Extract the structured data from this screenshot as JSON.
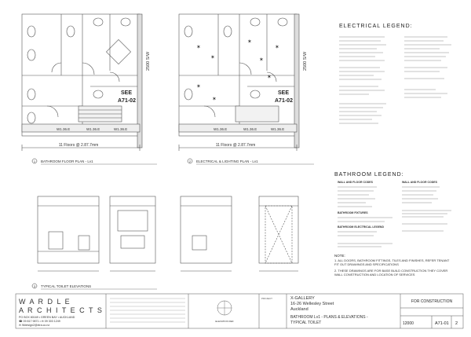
{
  "plans": {
    "floor_plan": {
      "title": "BATHROOM FLOOR PLAN - Lv1",
      "number": "1",
      "see_ref": [
        "SEE",
        "A71-02"
      ],
      "floor_label": "11 Floors @ 2.87.7mm",
      "dim_right": "2500 S/W",
      "wall_labels": [
        "W1.36.E",
        "W1.36.E",
        "W1.36.E"
      ]
    },
    "electrical_plan": {
      "title": "ELECTRICAL & LIGHTING PLAN - Lv1",
      "number": "2",
      "see_ref": [
        "SEE",
        "A71-02"
      ],
      "floor_label": "11 Floors @ 2.87.7mm",
      "dim_right": "2500 S/W",
      "wall_labels": [
        "W1.36.E",
        "W1.36.E",
        "W1.36.E"
      ]
    },
    "elevations": {
      "title": "TYPICAL TOILET ELEVATIONS",
      "number": "3"
    }
  },
  "legends": {
    "electrical_title": "ELECTRICAL LEGEND:",
    "bathroom_title": "BATHROOM LEGEND:",
    "bathroom_subheads": [
      "WALL AND FLOOR CODES",
      "BATHROOM FIXTURES",
      "BATHROOM ELECTRICAL LEGEND",
      "WALL AND FLOOR CODES"
    ]
  },
  "notes": {
    "heading": "NOTE:",
    "items": [
      "1. ALL DOORS, BATHROOM FITTINGS, TILES AND FINISHES, REFER TENANT FIT OUT DRAWINGS AND SPECIFICATIONS",
      "2. THESE DRAWINGS ARE FOR BASE BUILD CONSTRUCTION THEY COVER WALL CONSTRUCTION AND LOCATION OF SERVICES"
    ]
  },
  "title_block": {
    "firm_line1": "W A R D L E",
    "firm_line2": "A R C H I T E C T S",
    "address": "PO BOX 80169 • GREEN BAY • AUCKLAND",
    "phone": "☎ 09 817 9871 • ✉ 09 303 1249",
    "email": "✉ Wdesign2@xtra.co.nz",
    "project_label": "PROJECT",
    "project": [
      "X-GALLERY",
      "16-26 Wellesley Street",
      "Auckland"
    ],
    "drawing_title": [
      "BATHROOM Lv1 - PLANS & ELEVATIONS -",
      "TYPICAL TOILET"
    ],
    "status": "FOR CONSTRUCTION",
    "job_no": "12000",
    "sheet_no": "A71-01",
    "revision": "2",
    "elevation_label": "ELEVATION REF"
  }
}
